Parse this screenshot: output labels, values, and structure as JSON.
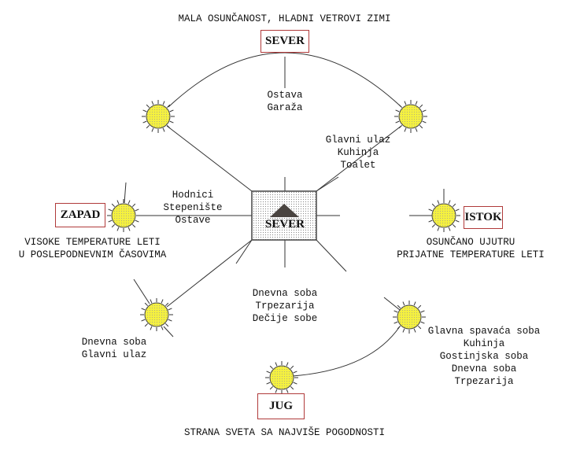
{
  "north": {
    "label": "SEVER",
    "caption": "MALA OSUNČANOST, HLADNI VETROVI ZIMI",
    "rooms": [
      "Ostava",
      "Garaža"
    ]
  },
  "northeast": {
    "rooms": [
      "Glavni ulaz",
      "Kuhinja",
      "Toalet"
    ]
  },
  "west": {
    "label": "ZAPAD",
    "caption": [
      "VISOKE TEMPERATURE LETI",
      "U POSLEPODNEVNIM ČASOVIMA"
    ],
    "rooms": [
      "Hodnici",
      "Stepenište",
      "Ostave"
    ]
  },
  "east": {
    "label": "ISTOK",
    "caption": [
      "OSUNČANO UJUTRU",
      "PRIJATNE TEMPERATURE LETI"
    ]
  },
  "center": {
    "label": "SEVER"
  },
  "south_center": {
    "rooms": [
      "Dnevna soba",
      "Trpezarija",
      "Dečije sobe"
    ]
  },
  "southwest": {
    "rooms": [
      "Dnevna soba",
      "Glavni ulaz"
    ]
  },
  "southeast": {
    "rooms": [
      "Glavna spavaća soba",
      "Kuhinja",
      "Gostinjska soba",
      "Dnevna soba",
      "Trpezarija"
    ]
  },
  "south": {
    "label": "JUG",
    "caption": "STRANA SVETA SA NAJVIŠE POGODNOSTI"
  },
  "colors": {
    "sun": "#f4f040",
    "label_border": "#b03a3a",
    "arrow": "#4a4440"
  }
}
